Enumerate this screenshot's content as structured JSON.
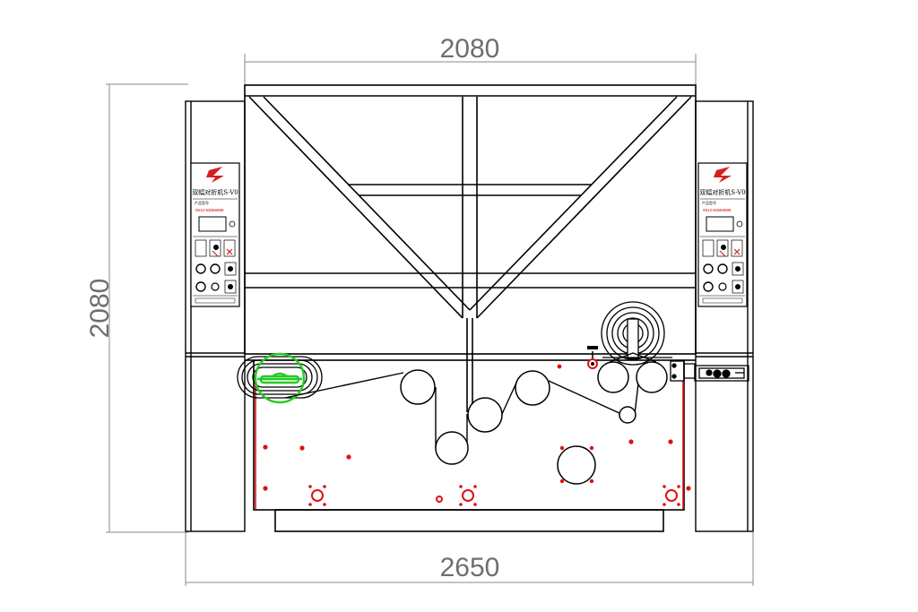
{
  "dimensions": {
    "top_width": "2080",
    "left_height": "2080",
    "bottom_width": "2650"
  },
  "control_panel": {
    "model_label": "双幅对折机S-V0",
    "phone": "0512-63556888",
    "brand_color": "#d42020"
  },
  "colors": {
    "line": "#000000",
    "dimension": "#8a8a8a",
    "marker_red": "#e01010",
    "highlight_green": "#22cc22"
  }
}
